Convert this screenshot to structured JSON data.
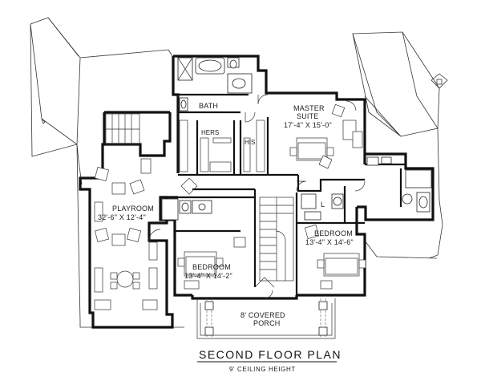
{
  "plan": {
    "title": "SECOND FLOOR PLAN",
    "subtitle": "9' CEILING HEIGHT",
    "rooms": {
      "bath": "BATH",
      "master_name": "MASTER",
      "master_name2": "SUITE",
      "master_dims": "17'-4\" X 15'-0\"",
      "hers": "HERS",
      "his": "HIS",
      "playroom_name": "PLAYROOM",
      "playroom_dims": "32'-6\" X 12'-4\"",
      "bedroom_a_name": "BEDROOM",
      "bedroom_a_dims": "13'-4\" X 14'-2\"",
      "bedroom_b_name": "BEDROOM",
      "bedroom_b_dims": "13'-4\" X 14'-6\"",
      "porch_line1": "8' COVERED",
      "porch_line2": "PORCH",
      "laundry": "L"
    }
  }
}
